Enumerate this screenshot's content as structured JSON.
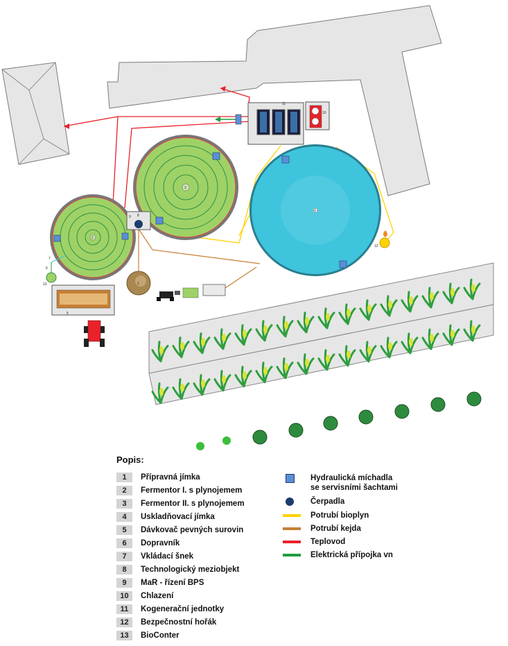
{
  "colors": {
    "bioplyn": "#ffd200",
    "kejda": "#c77f35",
    "teplovod": "#e8212a",
    "elektro": "#1f9d3f",
    "fermentor": "#9ed266",
    "storage": "#3fc4dd",
    "building": "#e6e6e6"
  },
  "plan": {
    "labels": {
      "n1": "1",
      "n2": "2",
      "n3": "3",
      "n4": "4",
      "n5": "5",
      "n6": "6",
      "n7": "7",
      "n8": "8",
      "n9": "9",
      "n10": "10",
      "n11": "11",
      "n12": "12",
      "n13": "13"
    }
  },
  "legend": {
    "title": "Popis:",
    "items": [
      {
        "num": "1",
        "text": "Přípravná jímka"
      },
      {
        "num": "2",
        "text": "Fermentor I. s plynojemem"
      },
      {
        "num": "3",
        "text": "Fermentor II. s plynojemem"
      },
      {
        "num": "4",
        "text": "Uskladňovací jímka"
      },
      {
        "num": "5",
        "text": "Dávkovač pevných surovin"
      },
      {
        "num": "6",
        "text": "Dopravník"
      },
      {
        "num": "7",
        "text": "Vkládací šnek"
      },
      {
        "num": "8",
        "text": "Technologický meziobjekt"
      },
      {
        "num": "9",
        "text": "MaR - řízení BPS"
      },
      {
        "num": "10",
        "text": "Chlazení"
      },
      {
        "num": "11",
        "text": "Kogenerační jednotky"
      },
      {
        "num": "12",
        "text": "Bezpečnostní hořák"
      },
      {
        "num": "13",
        "text": "BioConter"
      }
    ],
    "symbols": {
      "mixer_line1": "Hydraulická míchadla",
      "mixer_line2": "se servisními šachtami",
      "pump": "Čerpadla",
      "bioplyn": "Potrubí bioplyn",
      "kejda": "Potrubí kejda",
      "teplovod": "Teplovod",
      "elektro": "Elektrická přípojka vn"
    }
  }
}
